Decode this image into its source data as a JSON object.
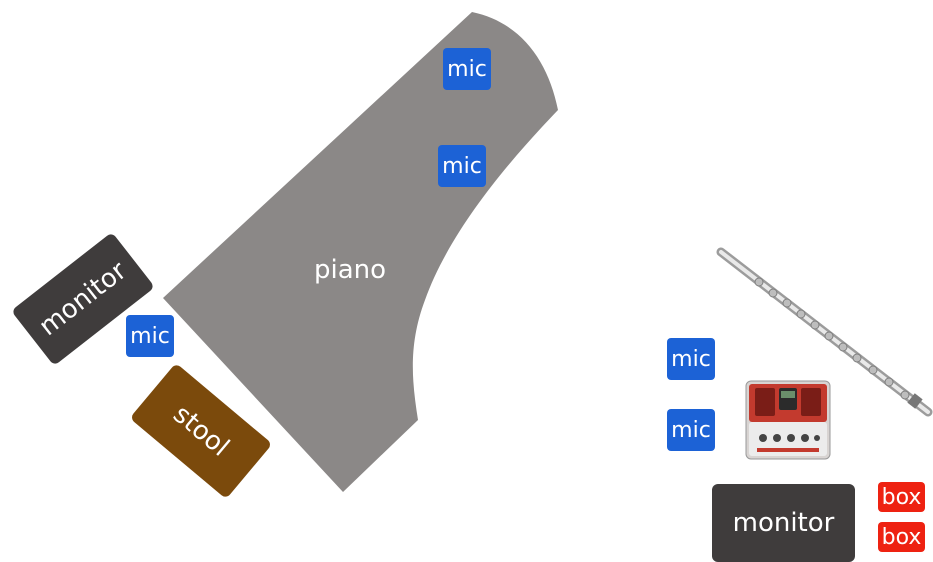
{
  "colors": {
    "mic": "#1c62d6",
    "box": "#ee2211",
    "monitor": "#3f3c3c",
    "stool": "#7b4a0c",
    "piano": "#8b8887"
  },
  "piano": {
    "label": "piano"
  },
  "piano_monitor": {
    "label": "monitor"
  },
  "stool": {
    "label": "stool"
  },
  "mics": [
    {
      "label": "mic"
    },
    {
      "label": "mic"
    },
    {
      "label": "mic"
    },
    {
      "label": "mic"
    },
    {
      "label": "mic"
    }
  ],
  "flute_monitor": {
    "label": "monitor"
  },
  "boxes": [
    {
      "label": "box"
    },
    {
      "label": "box"
    }
  ],
  "icons": {
    "flute": "flute-icon",
    "pedal": "effects-pedal-icon"
  }
}
